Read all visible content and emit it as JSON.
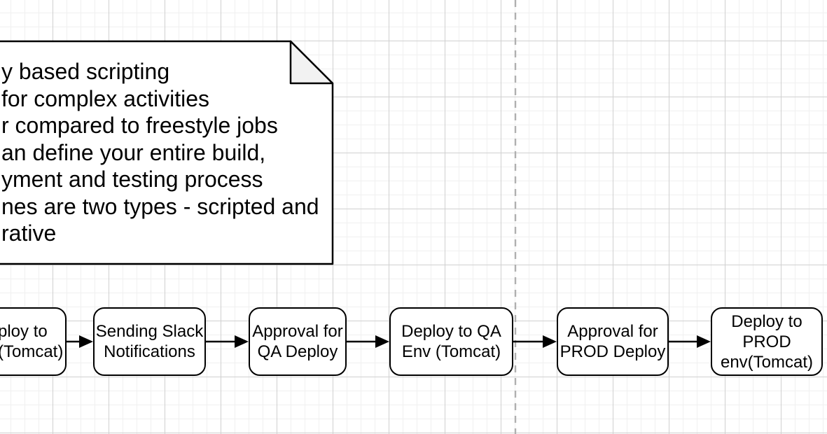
{
  "canvas": {
    "background_color": "#ffffff",
    "grid_minor_color": "#f0f0f0",
    "grid_major_color": "#d0d0d0",
    "page_divider_color": "#b0b0b0",
    "shape_stroke_color": "#000000",
    "shape_fill_color": "#ffffff"
  },
  "note": {
    "fold_color": "#f2f2f2",
    "lines": [
      "y based scripting",
      "for complex activities",
      "r compared to freestyle jobs",
      "an define your entire build,",
      "yment and testing process",
      "nes are two types - scripted and",
      "rative"
    ]
  },
  "flow": {
    "nodes": [
      {
        "lines": [
          "ploy to",
          "(Tomcat)"
        ]
      },
      {
        "lines": [
          "Sending Slack",
          "Notifications"
        ]
      },
      {
        "lines": [
          "Approval for",
          "QA Deploy"
        ]
      },
      {
        "lines": [
          "Deploy to QA",
          "Env (Tomcat)"
        ]
      },
      {
        "lines": [
          "Approval for",
          "PROD Deploy"
        ]
      },
      {
        "lines": [
          "Deploy to",
          "PROD",
          "env(Tomcat)"
        ]
      }
    ],
    "edges": [
      {
        "from": 0,
        "to": 1
      },
      {
        "from": 1,
        "to": 2
      },
      {
        "from": 2,
        "to": 3
      },
      {
        "from": 3,
        "to": 4
      },
      {
        "from": 4,
        "to": 5
      }
    ]
  }
}
